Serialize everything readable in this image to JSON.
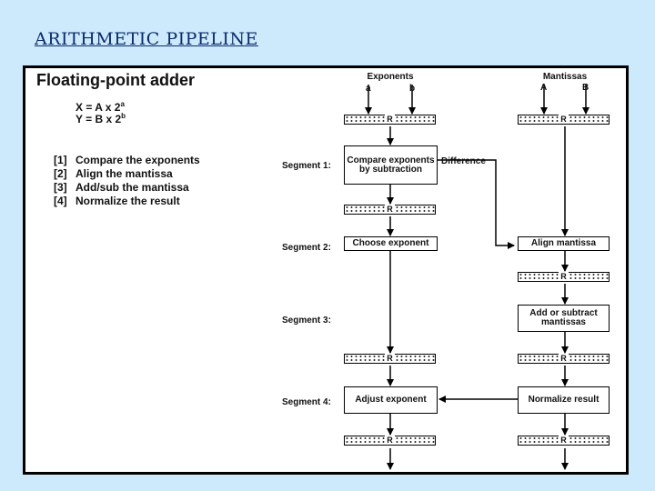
{
  "slide": {
    "title": "ARITHMETIC PIPELINE"
  },
  "diagram": {
    "heading": "Floating-point adder",
    "equations": {
      "x": {
        "text": "X = A x 2",
        "exp": "a"
      },
      "y": {
        "text": "Y = B x 2",
        "exp": "b"
      }
    },
    "steps": [
      {
        "num": "[1]",
        "text": "Compare the exponents"
      },
      {
        "num": "[2]",
        "text": "Align the mantissa"
      },
      {
        "num": "[3]",
        "text": "Add/sub the mantissa"
      },
      {
        "num": "[4]",
        "text": "Normalize the result"
      }
    ],
    "columns": {
      "exponents": "Exponents",
      "mantissas": "Mantissas",
      "inputs": {
        "a": "a",
        "b": "b",
        "A": "A",
        "B": "B"
      }
    },
    "register_label": "R",
    "segments": {
      "s1": "Segment 1:",
      "s2": "Segment 2:",
      "s3": "Segment 3:",
      "s4": "Segment 4:"
    },
    "boxes": {
      "compare": "Compare exponents by subtraction",
      "choose": "Choose exponent",
      "align": "Align mantissa",
      "add": "Add or subtract mantissas",
      "adjust": "Adjust exponent",
      "normalize": "Normalize result"
    },
    "difference_label": "Difference"
  }
}
